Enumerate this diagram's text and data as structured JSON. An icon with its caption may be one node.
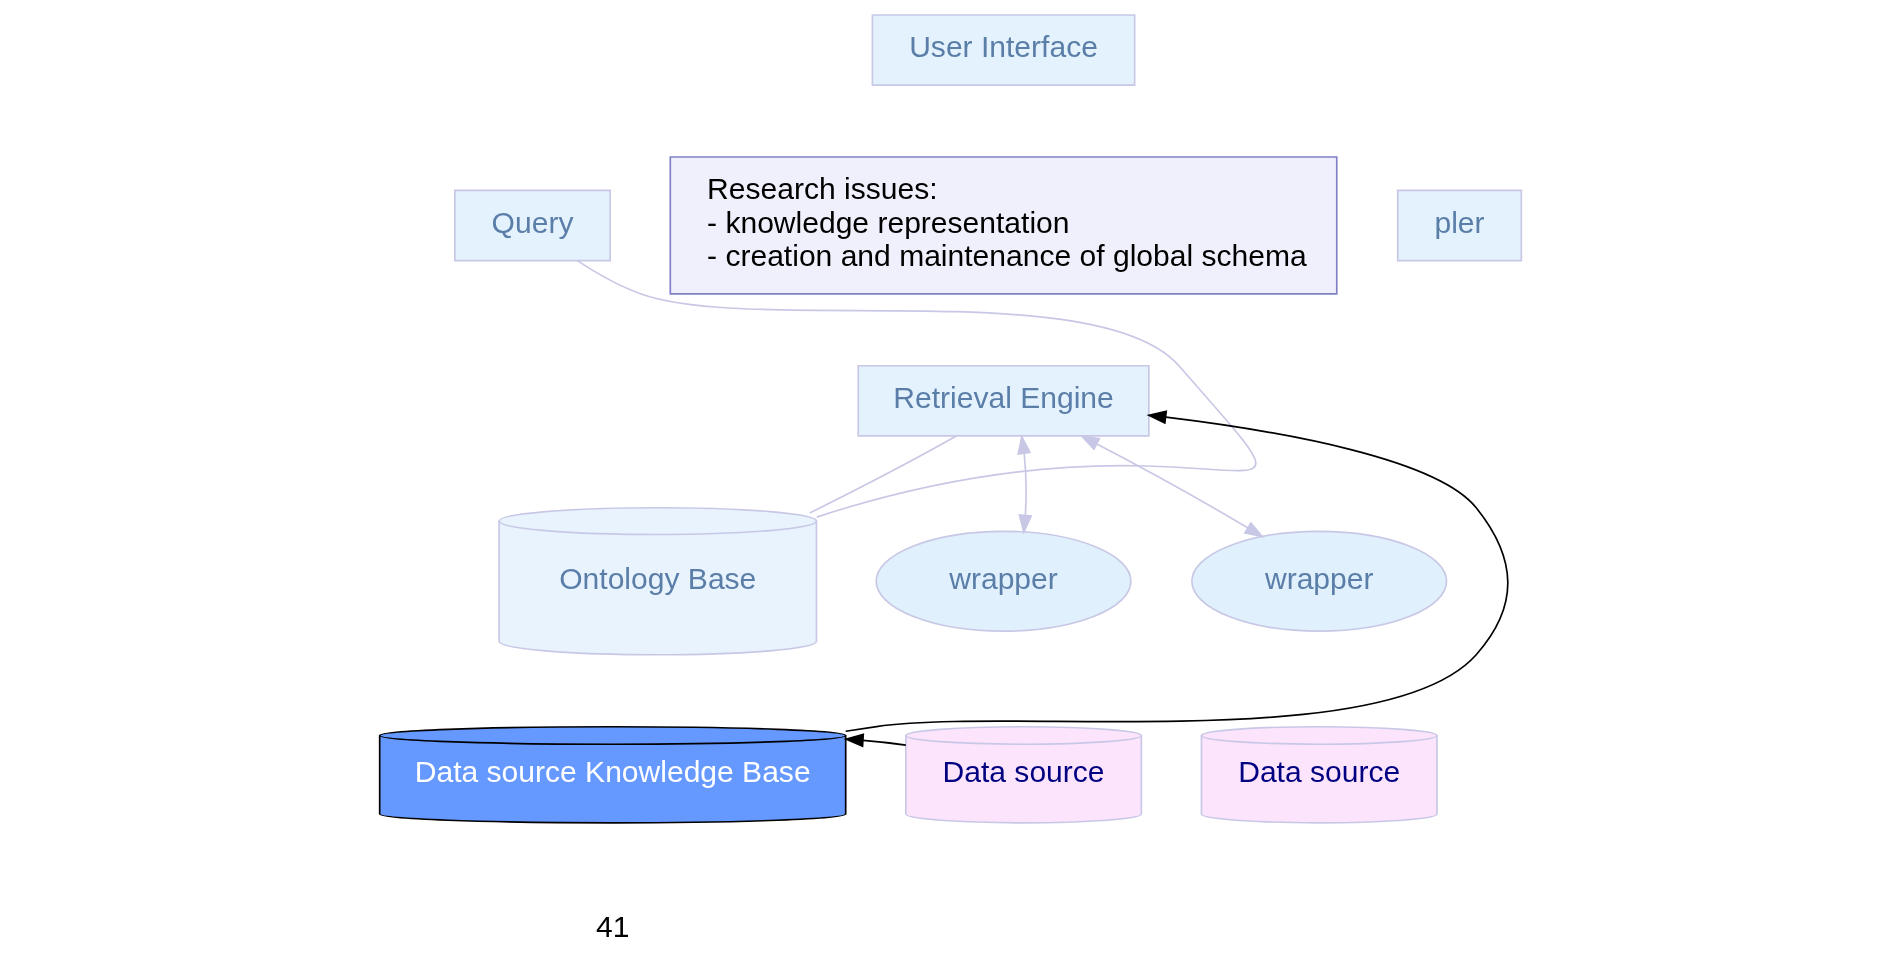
{
  "diagram": {
    "nodes": [
      {
        "text": [
          "User Interface"
        ]
      },
      {
        "text": [
          "Query"
        ]
      },
      {
        "text": [
          "Research issues:",
          "- knowledge representation",
          "- creation and maintenance of global schema"
        ]
      },
      {
        "text": [
          "pler"
        ]
      },
      {
        "text": [
          "Retrieval Engine"
        ]
      },
      {
        "text": [
          "Ontology Base"
        ]
      },
      {
        "text": [
          "Data source Knowledge Base"
        ]
      },
      {
        "text": [
          "wrapper"
        ]
      },
      {
        "text": [
          "wrapper"
        ]
      },
      {
        "text": [
          "Data source"
        ]
      },
      {
        "text": [
          "Data source"
        ]
      }
    ],
    "edges": [
      {
        "from": 5,
        "to": 1,
        "arrow": "none"
      },
      {
        "from": 5,
        "to": 4,
        "arrow": "none"
      },
      {
        "from": 6,
        "to": 4,
        "arrow": "to",
        "color": "#000000"
      },
      {
        "from": 4,
        "to": 7,
        "arrow": "both"
      },
      {
        "from": 4,
        "to": 8,
        "arrow": "both"
      },
      {
        "from": 9,
        "to": 6,
        "arrow": "to",
        "color": "#000000"
      }
    ],
    "labels": [
      "41"
    ]
  }
}
